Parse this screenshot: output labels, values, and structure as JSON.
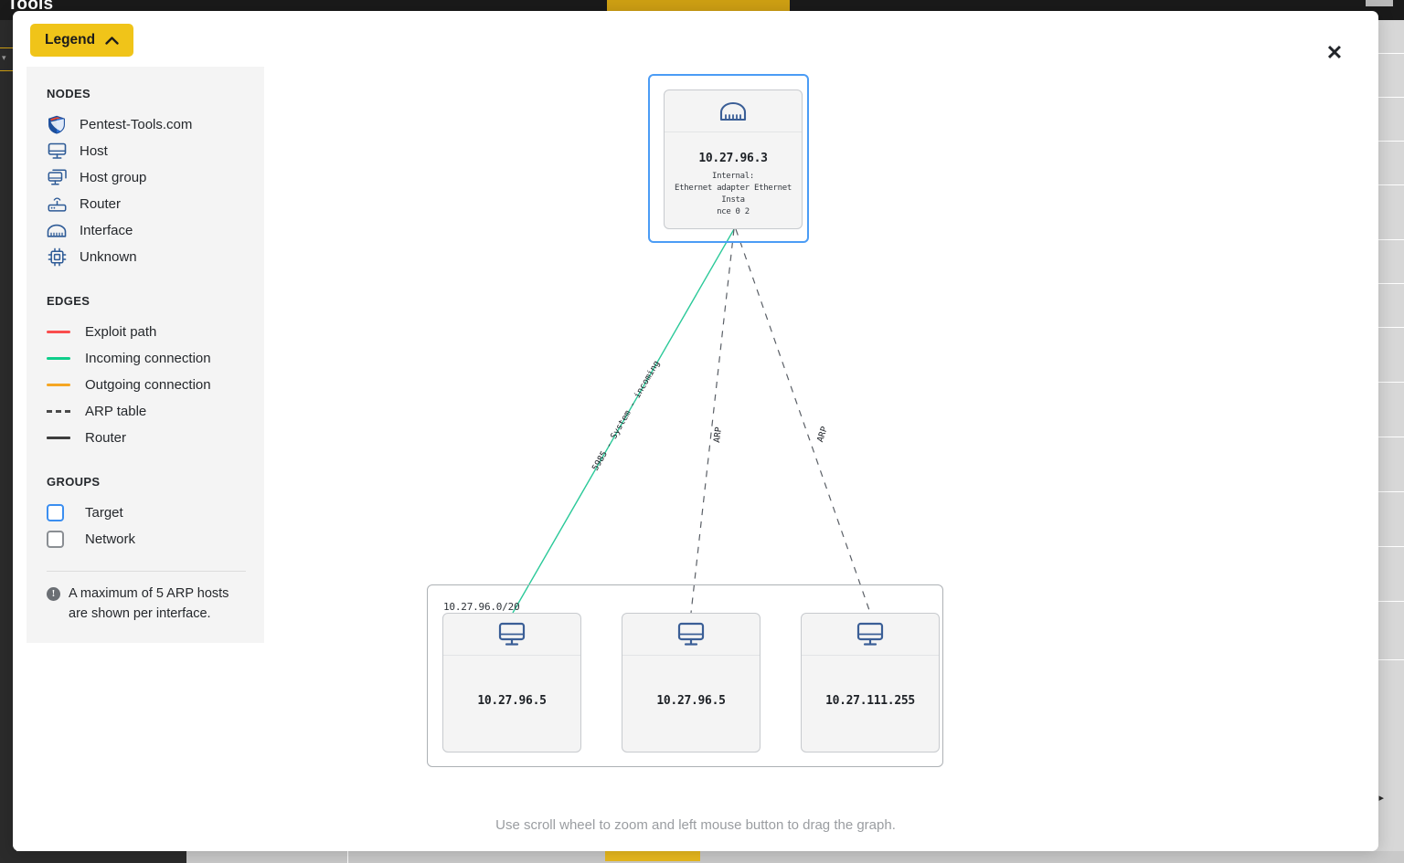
{
  "background": {
    "topbar_title": "Tools"
  },
  "modal": {
    "close_label": "✕"
  },
  "legend": {
    "button_label": "Legend",
    "button_chevron": "⌃",
    "sections": {
      "nodes_title": "NODES",
      "edges_title": "EDGES",
      "groups_title": "GROUPS"
    },
    "nodes": [
      {
        "icon": "shield-icon",
        "label": "Pentest-Tools.com"
      },
      {
        "icon": "monitor-icon",
        "label": "Host"
      },
      {
        "icon": "monitor-group-icon",
        "label": "Host group"
      },
      {
        "icon": "router-icon",
        "label": "Router"
      },
      {
        "icon": "interface-icon",
        "label": "Interface"
      },
      {
        "icon": "chip-icon",
        "label": "Unknown"
      }
    ],
    "edges": [
      {
        "style": "solid",
        "color": "#fa4d4d",
        "label": "Exploit path"
      },
      {
        "style": "solid",
        "color": "#0ece8b",
        "label": "Incoming connection"
      },
      {
        "style": "solid",
        "color": "#f5a623",
        "label": "Outgoing connection"
      },
      {
        "style": "dashed",
        "color": "#4a4a4a",
        "label": "ARP table"
      },
      {
        "style": "solid-thick",
        "color": "#3d3d3d",
        "label": "Router"
      }
    ],
    "groups": [
      {
        "border_color": "#3b8ef0",
        "label": "Target"
      },
      {
        "border_color": "#8a8e93",
        "label": "Network"
      }
    ],
    "note": "A maximum of 5 ARP hosts are shown per interface.",
    "note_icon": "info-icon"
  },
  "graph": {
    "hint": "Use scroll wheel to zoom and left mouse button to drag the graph.",
    "target_group": {
      "name": "target-group",
      "border_color": "#4b9cf5"
    },
    "network_group": {
      "name": "network-group",
      "label": "10.27.96.0/20",
      "border_color": "#adb1b5"
    },
    "nodes": [
      {
        "id": "interface",
        "icon": "interface-icon",
        "ip": "10.27.96.3",
        "subtitle": "Internal:\nEthernet adapter Ethernet Insta\nnce 0 2"
      },
      {
        "id": "host-1",
        "icon": "monitor-icon",
        "ip": "10.27.96.5",
        "subtitle": ""
      },
      {
        "id": "host-2",
        "icon": "monitor-icon",
        "ip": "10.27.96.5",
        "subtitle": ""
      },
      {
        "id": "host-3",
        "icon": "monitor-icon",
        "ip": "10.27.111.255",
        "subtitle": ""
      }
    ],
    "edges": [
      {
        "id": "edge-incoming",
        "label": "5985 - System - incoming",
        "style": "solid",
        "color": "#2bc999",
        "from": "interface",
        "to": "host-1"
      },
      {
        "id": "edge-arp-1",
        "label": "ARP",
        "style": "dashed",
        "color": "#5a5f66",
        "from": "interface",
        "to": "host-2"
      },
      {
        "id": "edge-arp-2",
        "label": "ARP",
        "style": "dashed",
        "color": "#5a5f66",
        "from": "interface",
        "to": "host-3"
      }
    ]
  }
}
